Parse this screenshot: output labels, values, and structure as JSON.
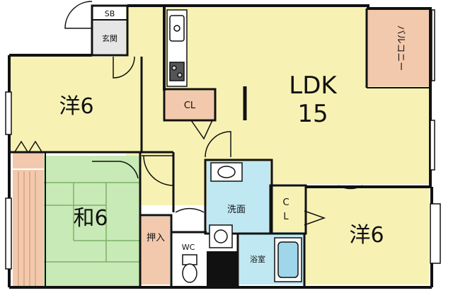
{
  "colors": {
    "wall": "#111111",
    "cream": "#f7f2b4",
    "tatami": "#c8eab6",
    "tatami_border": "#7fb06a",
    "wet": "#bfe8f2",
    "balcony": "#f3c9ad",
    "closet": "#f3c9ad",
    "engawa": "#f3c9ad",
    "tub": "#9fd6ea"
  },
  "rooms": {
    "sb": "SB",
    "genkan": "玄関",
    "youshitsu_left": "洋6",
    "ldk_name": "LDK",
    "ldk_size": "15",
    "cl_kitchen": "CL",
    "balcony": "バルコニー",
    "washitsu": "和6",
    "oshiire": "押入",
    "wc": "WC",
    "senmen": "洗面",
    "yokushitsu": "浴室",
    "cl_right_1": "C",
    "cl_right_2": "L",
    "youshitsu_right": "洋6"
  }
}
